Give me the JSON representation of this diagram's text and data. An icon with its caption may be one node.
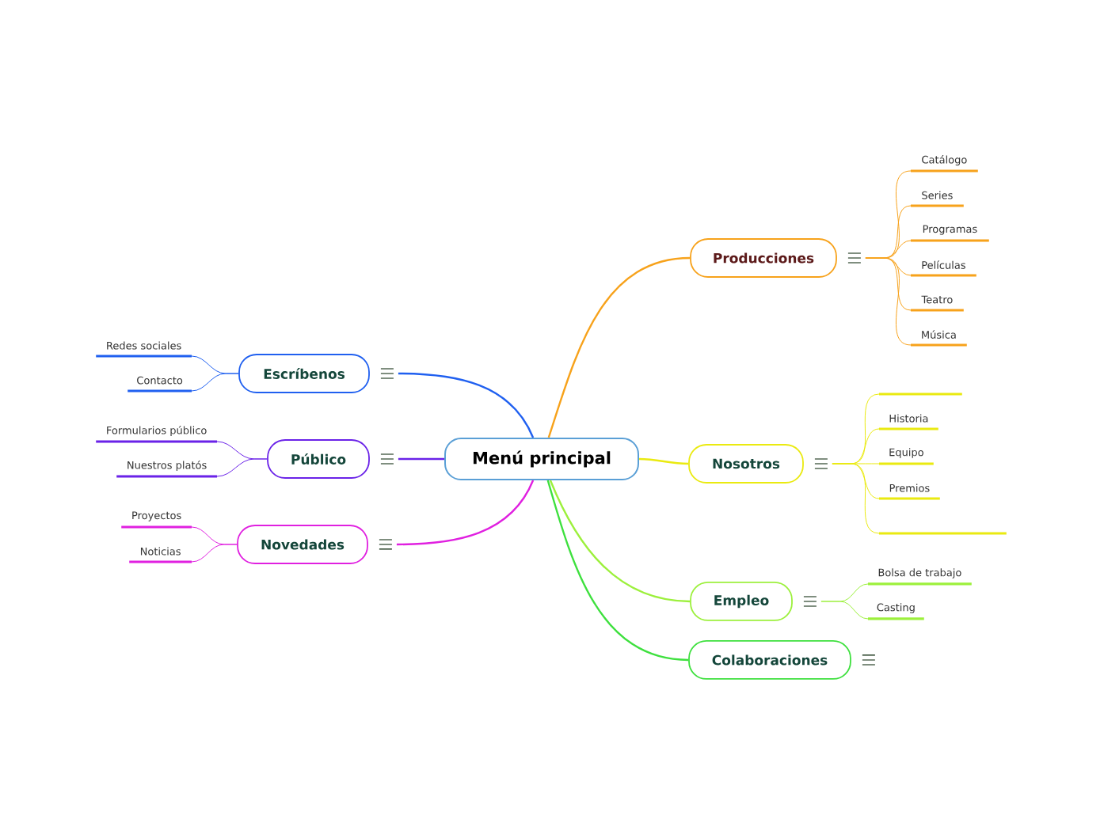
{
  "diagram": {
    "nodes": [
      {
        "text": [
          "Menú principal"
        ]
      },
      {
        "text": [
          "Producciones"
        ]
      },
      {
        "text": [
          "Catálogo"
        ]
      },
      {
        "text": [
          "Series"
        ]
      },
      {
        "text": [
          "Programas"
        ]
      },
      {
        "text": [
          "Películas"
        ]
      },
      {
        "text": [
          "Teatro"
        ]
      },
      {
        "text": [
          "Música"
        ]
      },
      {
        "text": [
          "Nosotros"
        ]
      },
      {
        "text": [],
        "shape": "bar"
      },
      {
        "text": [
          "Historia"
        ]
      },
      {
        "text": [
          "Equipo"
        ]
      },
      {
        "text": [
          "Premios"
        ]
      },
      {
        "text": [],
        "shape": "bar"
      },
      {
        "text": [
          "Empleo"
        ]
      },
      {
        "text": [
          "Bolsa de trabajo"
        ]
      },
      {
        "text": [
          "Casting"
        ]
      },
      {
        "text": [
          "Colaboraciones"
        ]
      },
      {
        "text": [
          "Escríbenos"
        ]
      },
      {
        "text": [
          "Redes sociales"
        ]
      },
      {
        "text": [
          "Contacto"
        ]
      },
      {
        "text": [
          "Público"
        ]
      },
      {
        "text": [
          "Formularios público"
        ]
      },
      {
        "text": [
          "Nuestros platós"
        ]
      },
      {
        "text": [
          "Novedades"
        ]
      },
      {
        "text": [
          "Proyectos"
        ]
      },
      {
        "text": [
          "Noticias"
        ]
      }
    ],
    "edges": [
      {
        "from": 0,
        "to": 1,
        "arrow": "none",
        "color": "#f7a21b"
      },
      {
        "from": 1,
        "to": 2,
        "arrow": "none",
        "color": "#f7a21b"
      },
      {
        "from": 1,
        "to": 3,
        "arrow": "none",
        "color": "#f7a21b"
      },
      {
        "from": 1,
        "to": 4,
        "arrow": "none",
        "color": "#f7a21b"
      },
      {
        "from": 1,
        "to": 5,
        "arrow": "none",
        "color": "#f7a21b"
      },
      {
        "from": 1,
        "to": 6,
        "arrow": "none",
        "color": "#f7a21b"
      },
      {
        "from": 1,
        "to": 7,
        "arrow": "none",
        "color": "#f7a21b"
      },
      {
        "from": 0,
        "to": 8,
        "arrow": "none",
        "color": "#eaea10"
      },
      {
        "from": 8,
        "to": 9,
        "arrow": "none",
        "color": "#eaea10"
      },
      {
        "from": 8,
        "to": 10,
        "arrow": "none",
        "color": "#eaea10"
      },
      {
        "from": 8,
        "to": 11,
        "arrow": "none",
        "color": "#eaea10"
      },
      {
        "from": 8,
        "to": 12,
        "arrow": "none",
        "color": "#eaea10"
      },
      {
        "from": 8,
        "to": 13,
        "arrow": "none",
        "color": "#eaea10"
      },
      {
        "from": 0,
        "to": 14,
        "arrow": "none",
        "color": "#9cf03c"
      },
      {
        "from": 14,
        "to": 15,
        "arrow": "none",
        "color": "#9cf03c"
      },
      {
        "from": 14,
        "to": 16,
        "arrow": "none",
        "color": "#9cf03c"
      },
      {
        "from": 0,
        "to": 17,
        "arrow": "none",
        "color": "#3ee03e"
      },
      {
        "from": 0,
        "to": 18,
        "arrow": "none",
        "color": "#2060f0"
      },
      {
        "from": 18,
        "to": 19,
        "arrow": "none",
        "color": "#2060f0"
      },
      {
        "from": 18,
        "to": 20,
        "arrow": "none",
        "color": "#2060f0"
      },
      {
        "from": 0,
        "to": 21,
        "arrow": "none",
        "color": "#6a22e8"
      },
      {
        "from": 21,
        "to": 22,
        "arrow": "none",
        "color": "#6a22e8"
      },
      {
        "from": 21,
        "to": 23,
        "arrow": "none",
        "color": "#6a22e8"
      },
      {
        "from": 0,
        "to": 24,
        "arrow": "none",
        "color": "#e020e0"
      },
      {
        "from": 24,
        "to": 25,
        "arrow": "none",
        "color": "#e020e0"
      },
      {
        "from": 24,
        "to": 26,
        "arrow": "none",
        "color": "#e020e0"
      }
    ]
  }
}
